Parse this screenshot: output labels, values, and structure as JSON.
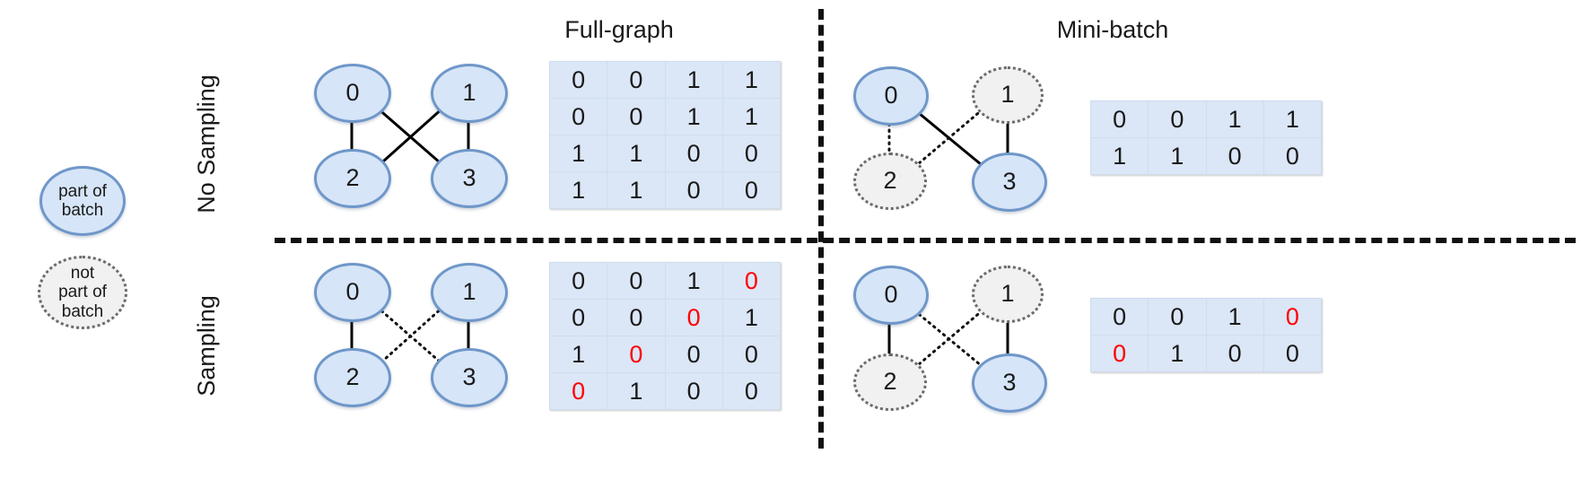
{
  "legend": {
    "in_batch": {
      "name": "part-of-batch",
      "line1": "part of",
      "line2": "batch",
      "fill": "#d6e5f8",
      "stroke": "#6f97c9"
    },
    "not_in_batch": {
      "name": "not-part-of-batch",
      "line1": "not",
      "line2": "part of",
      "line3": "batch",
      "fill": "#f1f1f1",
      "stroke": "#6a6a6a"
    }
  },
  "columns": [
    {
      "id": "full-graph",
      "label": "Full-graph"
    },
    {
      "id": "mini-batch",
      "label": "Mini-batch"
    }
  ],
  "rows": [
    {
      "id": "no-sampling",
      "label": "No Sampling"
    },
    {
      "id": "sampling",
      "label": "Sampling"
    }
  ],
  "colors": {
    "accent": "#6f97c9",
    "node_fill": "#d6e5f8",
    "matrix_fill": "#dbe6f6",
    "highlight": "#ff0000",
    "muted_fill": "#f1f1f1",
    "muted_stroke": "#6a6a6a"
  },
  "graphs": {
    "full_no_sampling": {
      "nodes": [
        {
          "id": "n0",
          "label": "0",
          "state": "in"
        },
        {
          "id": "n1",
          "label": "1",
          "state": "in"
        },
        {
          "id": "n2",
          "label": "2",
          "state": "in"
        },
        {
          "id": "n3",
          "label": "3",
          "state": "in"
        }
      ],
      "edges": [
        {
          "from": "n0",
          "to": "n2",
          "style": "solid"
        },
        {
          "from": "n1",
          "to": "n3",
          "style": "solid"
        },
        {
          "from": "n0",
          "to": "n3",
          "style": "solid"
        },
        {
          "from": "n1",
          "to": "n2",
          "style": "solid"
        }
      ]
    },
    "full_sampling": {
      "nodes": [
        {
          "id": "n0",
          "label": "0",
          "state": "in"
        },
        {
          "id": "n1",
          "label": "1",
          "state": "in"
        },
        {
          "id": "n2",
          "label": "2",
          "state": "in"
        },
        {
          "id": "n3",
          "label": "3",
          "state": "in"
        }
      ],
      "edges": [
        {
          "from": "n0",
          "to": "n2",
          "style": "solid"
        },
        {
          "from": "n1",
          "to": "n3",
          "style": "solid"
        },
        {
          "from": "n0",
          "to": "n3",
          "style": "dotted"
        },
        {
          "from": "n1",
          "to": "n2",
          "style": "dotted"
        }
      ]
    },
    "mini_no_sampling": {
      "nodes": [
        {
          "id": "n0",
          "label": "0",
          "state": "in"
        },
        {
          "id": "n1",
          "label": "1",
          "state": "out"
        },
        {
          "id": "n2",
          "label": "2",
          "state": "out"
        },
        {
          "id": "n3",
          "label": "3",
          "state": "in"
        }
      ],
      "edges": [
        {
          "from": "n0",
          "to": "n3",
          "style": "solid"
        },
        {
          "from": "n1",
          "to": "n3",
          "style": "solid"
        },
        {
          "from": "n0",
          "to": "n2",
          "style": "dotted"
        },
        {
          "from": "n1",
          "to": "n2",
          "style": "dotted"
        }
      ]
    },
    "mini_sampling": {
      "nodes": [
        {
          "id": "n0",
          "label": "0",
          "state": "in"
        },
        {
          "id": "n1",
          "label": "1",
          "state": "out"
        },
        {
          "id": "n2",
          "label": "2",
          "state": "out"
        },
        {
          "id": "n3",
          "label": "3",
          "state": "in"
        }
      ],
      "edges": [
        {
          "from": "n0",
          "to": "n2",
          "style": "solid"
        },
        {
          "from": "n1",
          "to": "n3",
          "style": "solid"
        },
        {
          "from": "n0",
          "to": "n3",
          "style": "dotted"
        },
        {
          "from": "n1",
          "to": "n2",
          "style": "dotted"
        }
      ]
    }
  },
  "matrices": {
    "full_no_sampling": {
      "name": "adjacency-matrix-full-graph-no-sampling",
      "rows": [
        [
          {
            "v": "0"
          },
          {
            "v": "0"
          },
          {
            "v": "1"
          },
          {
            "v": "1"
          }
        ],
        [
          {
            "v": "0"
          },
          {
            "v": "0"
          },
          {
            "v": "1"
          },
          {
            "v": "1"
          }
        ],
        [
          {
            "v": "1"
          },
          {
            "v": "1"
          },
          {
            "v": "0"
          },
          {
            "v": "0"
          }
        ],
        [
          {
            "v": "1"
          },
          {
            "v": "1"
          },
          {
            "v": "0"
          },
          {
            "v": "0"
          }
        ]
      ]
    },
    "mini_no_sampling": {
      "name": "adjacency-matrix-mini-batch-no-sampling",
      "rows": [
        [
          {
            "v": "0"
          },
          {
            "v": "0"
          },
          {
            "v": "1"
          },
          {
            "v": "1"
          }
        ],
        [
          {
            "v": "1"
          },
          {
            "v": "1"
          },
          {
            "v": "0"
          },
          {
            "v": "0"
          }
        ]
      ]
    },
    "full_sampling": {
      "name": "adjacency-matrix-full-graph-sampling",
      "rows": [
        [
          {
            "v": "0"
          },
          {
            "v": "0"
          },
          {
            "v": "1"
          },
          {
            "v": "0",
            "red": true
          }
        ],
        [
          {
            "v": "0"
          },
          {
            "v": "0"
          },
          {
            "v": "0",
            "red": true
          },
          {
            "v": "1"
          }
        ],
        [
          {
            "v": "1"
          },
          {
            "v": "0",
            "red": true
          },
          {
            "v": "0"
          },
          {
            "v": "0"
          }
        ],
        [
          {
            "v": "0",
            "red": true
          },
          {
            "v": "1"
          },
          {
            "v": "0"
          },
          {
            "v": "0"
          }
        ]
      ]
    },
    "mini_sampling": {
      "name": "adjacency-matrix-mini-batch-sampling",
      "rows": [
        [
          {
            "v": "0"
          },
          {
            "v": "0"
          },
          {
            "v": "1"
          },
          {
            "v": "0",
            "red": true
          }
        ],
        [
          {
            "v": "0",
            "red": true
          },
          {
            "v": "1"
          },
          {
            "v": "0"
          },
          {
            "v": "0"
          }
        ]
      ]
    }
  }
}
